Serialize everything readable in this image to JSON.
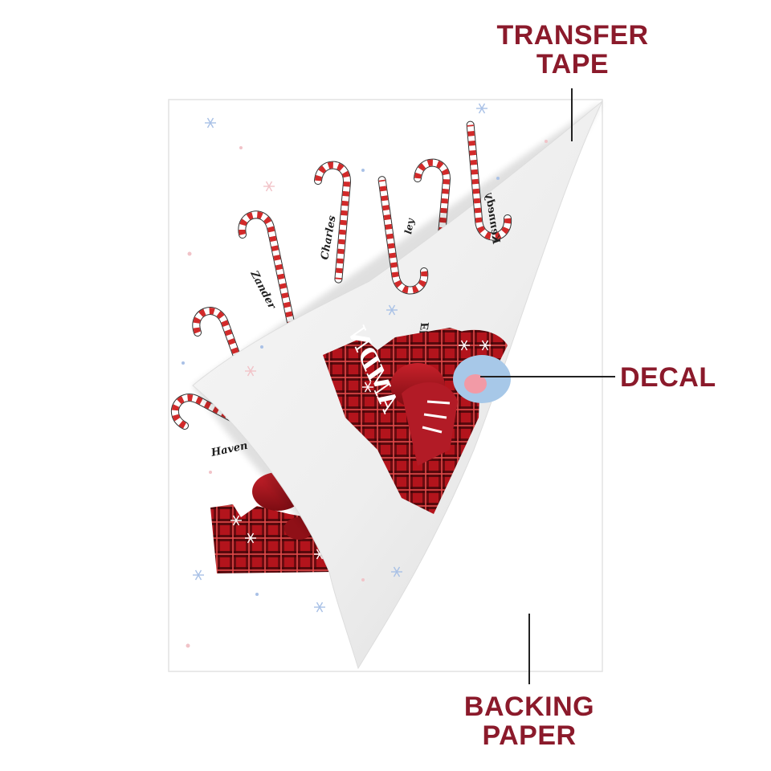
{
  "labels": {
    "transfer_tape": [
      "TRANSFER",
      "TAPE"
    ],
    "decal": "DECAL",
    "backing_paper": [
      "BACKING",
      "PAPER"
    ]
  },
  "names": {
    "charles": "Charles",
    "zander": "Zander",
    "haven": "Haven",
    "partial_ley": "ley",
    "elijah": "Elijah",
    "kennedy": "Kennedy"
  },
  "decal_text": "AMDN",
  "colors": {
    "label": "#8b1a2b",
    "plaid_red": "#b3141c",
    "plaid_dark": "#3a0508",
    "candy_red": "#d22a2a",
    "snow_blue": "#a9c1e6",
    "snow_pink": "#f1c3c8"
  }
}
